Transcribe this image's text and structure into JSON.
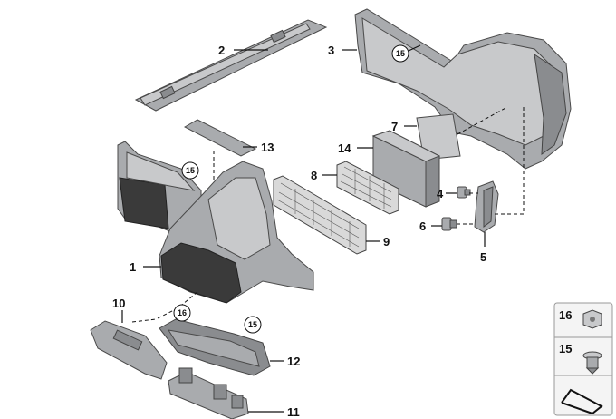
{
  "callouts": {
    "c1": "1",
    "c2": "2",
    "c3": "3",
    "c4": "4",
    "c5": "5",
    "c6": "6",
    "c7": "7",
    "c8": "8",
    "c9": "9",
    "c10": "10",
    "c11": "11",
    "c12": "12",
    "c13": "13",
    "c14": "14",
    "circ15a": "15",
    "circ15b": "15",
    "circ15c": "15",
    "circ16": "16"
  },
  "legend": {
    "item16": "16",
    "item15": "15"
  },
  "colors": {
    "part_fill": "#a9abae",
    "part_light": "#c8c9cb",
    "part_dark": "#3a3a3a",
    "line": "#111111"
  }
}
